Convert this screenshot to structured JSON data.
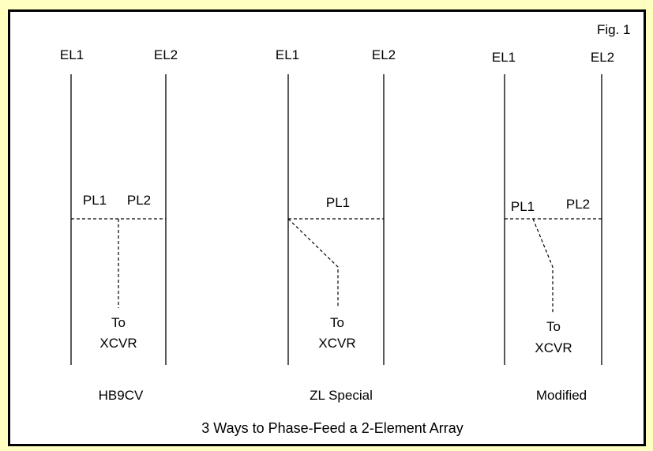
{
  "figure_label": "Fig. 1",
  "caption": "3 Ways to Phase-Feed a 2-Element Array",
  "panels": [
    {
      "el1": "EL1",
      "el2": "EL2",
      "pl1": "PL1",
      "pl2": "PL2",
      "to": "To",
      "xcvr": "XCVR",
      "title": "HB9CV"
    },
    {
      "el1": "EL1",
      "el2": "EL2",
      "pl1": "PL1",
      "to": "To",
      "xcvr": "XCVR",
      "title": "ZL Special"
    },
    {
      "el1": "EL1",
      "el2": "EL2",
      "pl1": "PL1",
      "pl2": "PL2",
      "to": "To",
      "xcvr": "XCVR",
      "title": "Modified"
    }
  ]
}
